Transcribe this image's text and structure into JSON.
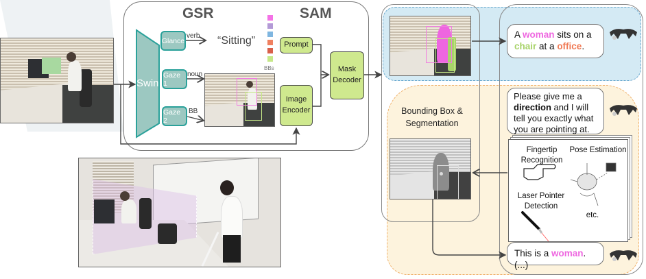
{
  "gsr_panel": {
    "title_gsr": "GSR",
    "title_sam": "SAM",
    "backbone_label": "Swin",
    "heads": [
      {
        "label": "Glance",
        "output": "verb"
      },
      {
        "label": "Gaze 1",
        "output": "noun"
      },
      {
        "label": "Gaze 2",
        "output": "BB"
      }
    ],
    "verb_prediction": "“Sitting”",
    "bb_legend_label": "BBs",
    "bb_colors": [
      "#f472e6",
      "#b39ad6",
      "#7fb6e0",
      "#f08060",
      "#d9604a",
      "#c6e888"
    ],
    "sam_blocks": {
      "prompt": "Prompt",
      "image_encoder": "Image Encoder",
      "mask_decoder": "Mask Decoder"
    }
  },
  "right_panel": {
    "caption_bubble": {
      "parts": [
        {
          "text": "A ",
          "style": "plain"
        },
        {
          "text": "woman",
          "style": "pink"
        },
        {
          "text": " sits on a ",
          "style": "plain"
        },
        {
          "text": "chair",
          "style": "green"
        },
        {
          "text": " at a ",
          "style": "plain"
        },
        {
          "text": "office",
          "style": "orange"
        },
        {
          "text": ".",
          "style": "plain"
        }
      ]
    },
    "section_label": "Bounding Box & Segmentation",
    "request_bubble": {
      "line1": "Please give me a",
      "bold": "direction",
      "line2_rest": " and I will",
      "line3": "tell you exactly what",
      "line4": "you are pointing at."
    },
    "methods": {
      "fingertip": "Fingertip Recognition",
      "pose": "Pose Estimation",
      "laser": "Laser Pointer Detection",
      "etc": "etc."
    },
    "answer_bubble": {
      "prefix": "This is a ",
      "highlight": "woman",
      "suffix": ". (...)"
    }
  },
  "colors": {
    "teal_fill": "#9cc8c1",
    "teal_border": "#2aa19a",
    "sam_green": "#cfe98e",
    "blue_region": "#d4eaf4",
    "orange_region": "#fdf3dd",
    "highlight_pink": "#ee66e0",
    "highlight_green": "#a8d36a",
    "highlight_orange": "#f07a55"
  }
}
